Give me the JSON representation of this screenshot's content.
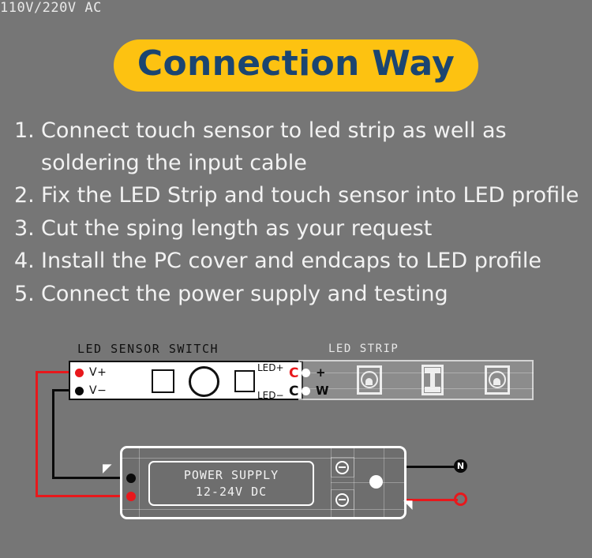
{
  "header": {
    "title": "Connection Way",
    "badge_bg": "#FDC211",
    "badge_text_color": "#1B4571"
  },
  "steps": [
    {
      "num": "1.",
      "text": "Connect touch sensor to led strip as well as soldering the input cable"
    },
    {
      "num": "2.",
      "text": "Fix the LED Strip and touch sensor into LED profile"
    },
    {
      "num": "3.",
      "text": "Cut the sping length as your request"
    },
    {
      "num": "4.",
      "text": "Install the PC cover and endcaps to LED profile"
    },
    {
      "num": "5.",
      "text": "Connect the power supply and testing"
    }
  ],
  "diagram": {
    "sensor_switch": {
      "label": "LED SENSOR SWITCH",
      "terminal_vplus": "V+",
      "terminal_vminus": "V−",
      "out_led_plus": "LED+",
      "out_led_minus": "LED−",
      "clip_plus": "C",
      "clip_minus": "C"
    },
    "led_strip": {
      "label": "LED STRIP",
      "pad_plus": "+",
      "pad_w": "W"
    },
    "power_supply": {
      "line1": "POWER SUPPLY",
      "line2": "12-24V DC"
    },
    "ac": {
      "label": "110V/220V AC",
      "neutral_terminal": "N"
    },
    "colors": {
      "background": "#767676",
      "wire_positive": "#E8181C",
      "wire_negative": "#0A0A0A",
      "body_white": "#FFFFFF",
      "psu_body": "#6E6E6E"
    }
  }
}
